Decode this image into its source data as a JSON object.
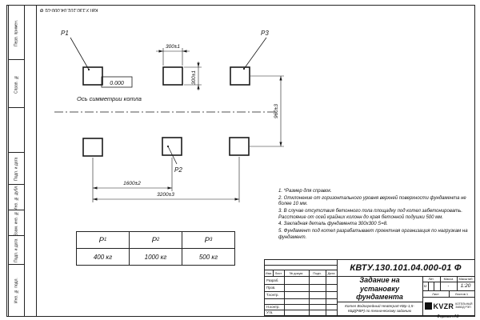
{
  "sheet": {
    "top_designation": "КВТУ.130.101.04.000-01 Ф",
    "format_label": "Формат А3",
    "left_fields": [
      "Перв. примен.",
      "Справ. №",
      "",
      "Подп. и дата",
      "Инв. № дубл.",
      "Взам. инв. №",
      "Подп. и дата",
      "Инв. № подл."
    ]
  },
  "drawing": {
    "pad_labels": [
      "Р1",
      "Р2",
      "Р3"
    ],
    "elevation": "0.000",
    "axis_label": "Ось симметрии котла",
    "dim_pad_width": "300±1",
    "dim_pad_height": "300±1",
    "dim_row_spacing": "960±3",
    "dim_col_spacing": "1600±2",
    "dim_total_span": "3200±3"
  },
  "load_table": {
    "headers": [
      {
        "base": "Р",
        "sub": "1"
      },
      {
        "base": "Р",
        "sub": "2"
      },
      {
        "base": "Р",
        "sub": "3"
      }
    ],
    "values": [
      "400 кг",
      "1000 кг",
      "500 кг"
    ]
  },
  "notes": [
    "1. *Размер для справок.",
    "2. Отклонение от горизонтального уровня верхней поверхности фундамента не более 10 мм.",
    "3. В случае отсутствия бетонного пола площадку под котел забетонировать. Расстояние от осей крайних колонн до края бетонной подушки 500 мм.",
    "4. Закладная деталь фундамента 300х300 S=8.",
    "5. Фундамент под котел разрабатывает проектная организация по нагрузкам на фундамент."
  ],
  "title_block": {
    "designation": "КВТУ.130.101.04.000-01 Ф",
    "doc_title": "Задание на установку фундамента",
    "product": "Котел Водогрейный Heaterpart-КВр-1,5-КБД(РВР) по техническому заданию",
    "header_cols": [
      "Изм.",
      "Лист",
      "№ докум.",
      "Подп.",
      "Дата"
    ],
    "sig_rows": [
      "Разраб.",
      "Пров.",
      "Т.контр.",
      "Н.контр.",
      "Утв."
    ],
    "lit_header": "Лит.",
    "mass_header": "Масса",
    "scale_header": "Масштаб",
    "lit_value": "и",
    "mass_value": "-",
    "scale_value": "1:20",
    "sheet_label": "Лист",
    "sheets_label": "Листов 1",
    "company": {
      "name": "KVZR",
      "line1": "КОТЕЛЬНЫЙ",
      "line2": "ЗАВОД РЭП"
    }
  }
}
